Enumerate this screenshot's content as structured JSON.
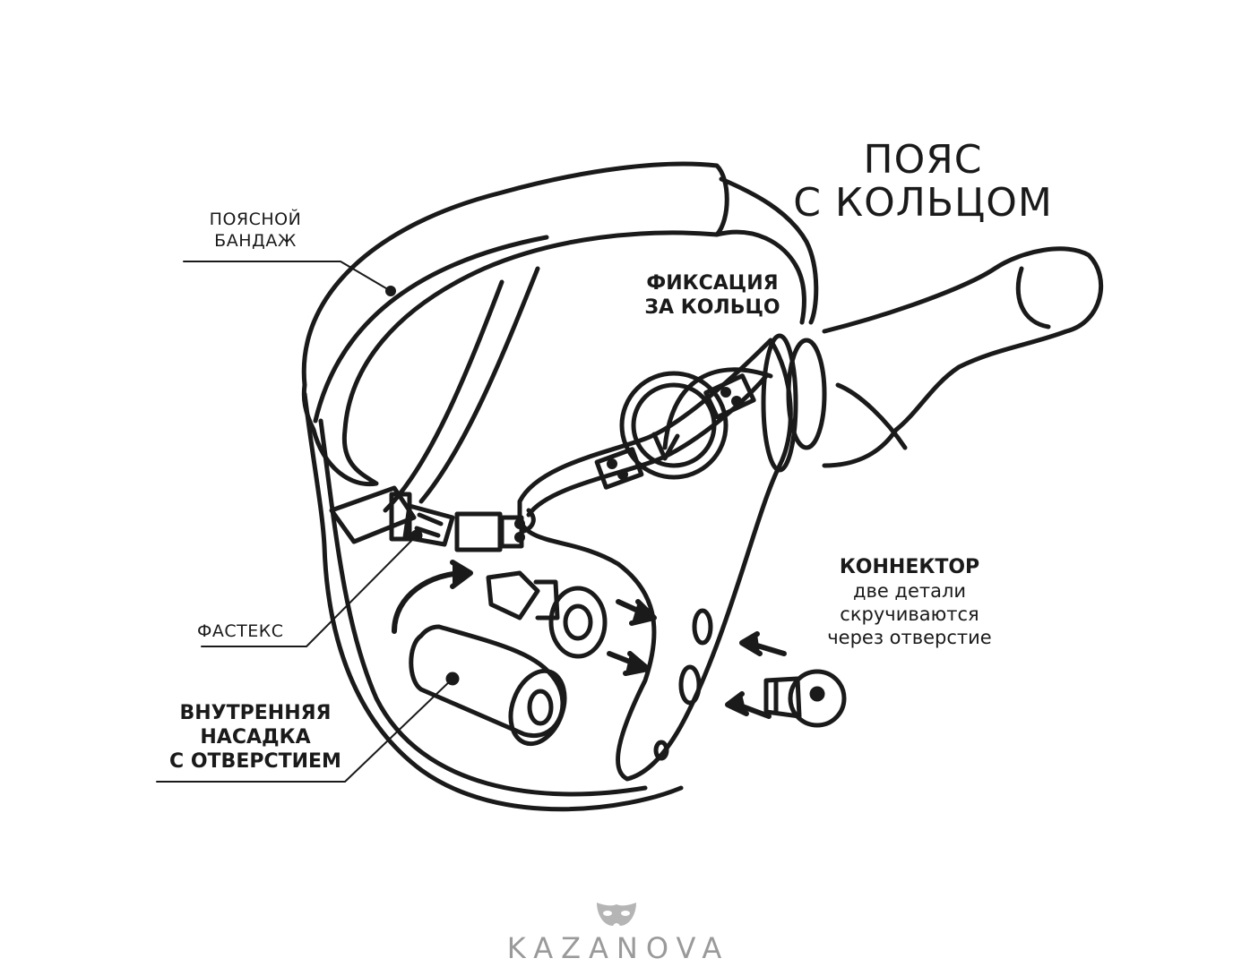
{
  "title": {
    "line1": "ПОЯС",
    "line2": "С КОЛЬЦОМ"
  },
  "labels": {
    "belt": {
      "line1": "ПОЯСНОЙ",
      "line2": "БАНДАЖ"
    },
    "fixation": {
      "line1": "ФИКСАЦИЯ",
      "line2": "ЗА КОЛЬЦО"
    },
    "fastex": "ФАСТЕКС",
    "insert": {
      "line1": "ВНУТРЕННЯЯ",
      "line2": "НАСАДКА",
      "line3": "С ОТВЕРСТИЕМ"
    },
    "connector": {
      "title": "КОННЕКТОР",
      "line1": "две детали",
      "line2": "скручиваются",
      "line3": "через отверстие"
    }
  },
  "brand": {
    "name": "KAZANOVA",
    "logo_icon": "mask-icon"
  },
  "colors": {
    "line": "#1a1a1a",
    "brand": "#9a9a9a",
    "background": "#ffffff"
  }
}
